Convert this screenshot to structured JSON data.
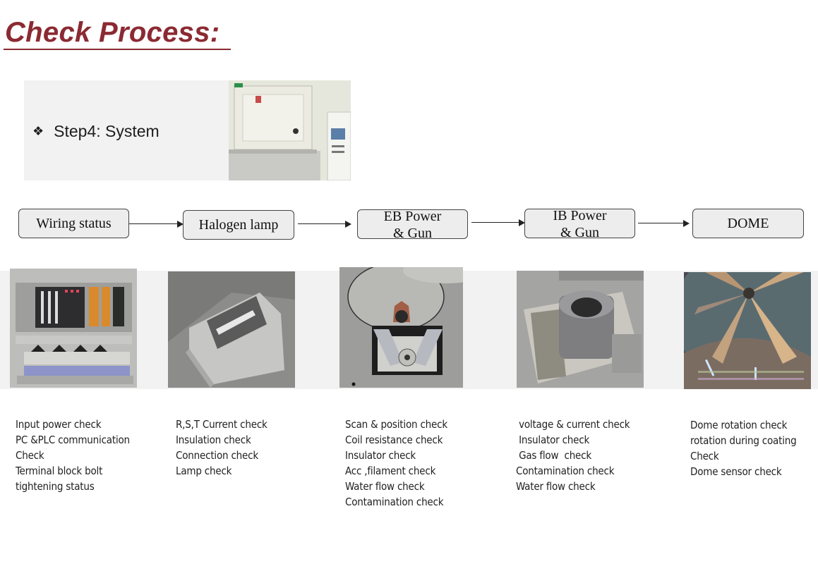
{
  "page": {
    "title": "Check Process:",
    "title_color": "#8b2a32"
  },
  "step": {
    "bullet_icon": "diamond-bullet-icon",
    "bullet_glyph": "❖",
    "label": "Step4: System",
    "photo": "coating-system-machine-photo"
  },
  "flow": {
    "steps": [
      {
        "line1": "Wiring status",
        "line2": ""
      },
      {
        "line1": "Halogen lamp",
        "line2": ""
      },
      {
        "line1": "EB Power",
        "line2": "& Gun"
      },
      {
        "line1": "IB Power",
        "line2": "& Gun"
      },
      {
        "line1": "DOME",
        "line2": ""
      }
    ],
    "arrow_icon": "right-arrow-icon"
  },
  "photos": [
    {
      "name": "wiring-panel-photo"
    },
    {
      "name": "halogen-lamp-photo"
    },
    {
      "name": "eb-gun-photo"
    },
    {
      "name": "ib-gun-photo"
    },
    {
      "name": "dome-photo"
    }
  ],
  "checklists": [
    {
      "items": [
        "Input power check",
        "PC &PLC communication",
        "Check",
        "Terminal block bolt",
        "tightening status"
      ]
    },
    {
      "items": [
        "R,S,T Current check",
        "Insulation check",
        "Connection check",
        "Lamp check"
      ]
    },
    {
      "items": [
        "Scan & position check",
        "Coil resistance check",
        "Insulator check",
        "Acc ,filament check",
        "Water flow check",
        "Contamination check"
      ]
    },
    {
      "items": [
        " voltage & current check",
        " Insulator check",
        " Gas flow  check",
        "Contamination check",
        "Water flow check"
      ]
    },
    {
      "items": [
        "Dome rotation check",
        "rotation during coating",
        "Check",
        "Dome sensor check"
      ]
    }
  ]
}
